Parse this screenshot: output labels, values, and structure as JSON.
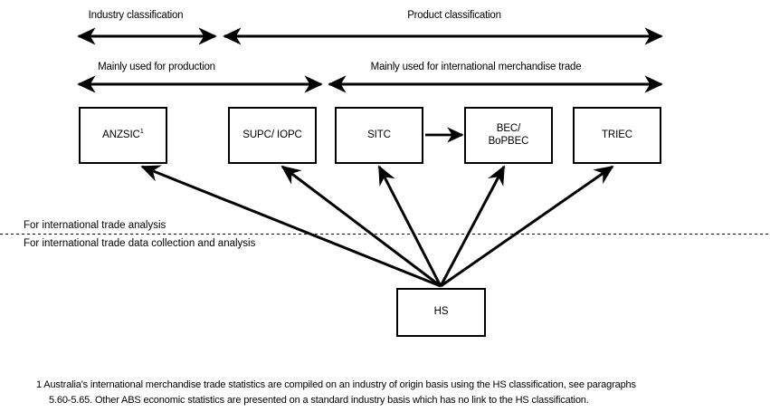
{
  "diagram": {
    "title_row": {
      "industry_label": "Industry classification",
      "product_label": "Product classification"
    },
    "usage_row": {
      "production_label": "Mainly used for production",
      "trade_label": "Mainly used for international merchandise trade"
    },
    "boxes": [
      {
        "id": "anzsic",
        "label": "ANZSIC",
        "superscript": "1"
      },
      {
        "id": "supc-iopc",
        "label": "SUPC/ IOPC",
        "superscript": ""
      },
      {
        "id": "sitc",
        "label": "SITC",
        "superscript": ""
      },
      {
        "id": "bec",
        "label_line1": "BEC/",
        "label_line2": "BoPBEC",
        "superscript": ""
      },
      {
        "id": "triec",
        "label": "TRIEC",
        "superscript": ""
      },
      {
        "id": "hs",
        "label": "HS",
        "superscript": ""
      }
    ],
    "divider": {
      "above_label": "For international trade analysis",
      "below_label": "For international trade data collection and analysis"
    },
    "footnote": {
      "line1": "1 Australia's international merchandise trade statistics are compiled on an industry of origin basis using the HS classification, see paragraphs",
      "line2": "5.60-5.65. Other ABS economic statistics are presented on a standard industry basis which has no link to the HS classification."
    },
    "colors": {
      "line": "#000000",
      "background": "#ffffff",
      "box_border": "#000000"
    }
  }
}
